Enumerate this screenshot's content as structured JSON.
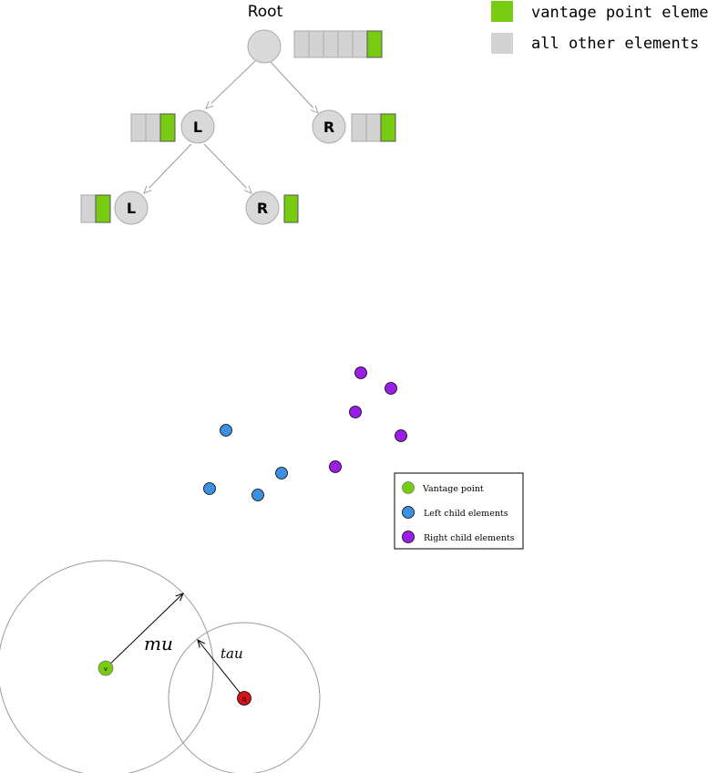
{
  "tree": {
    "root_label": "Root",
    "left_label": "L",
    "right_label": "R",
    "left_left_label": "L",
    "left_right_label": "R"
  },
  "tree_legend": {
    "vantage": "vantage point element",
    "others": "all other elements"
  },
  "points_legend": {
    "vantage": "Vantage point",
    "left": "Left child elements",
    "right": "Right child elements"
  },
  "circles": {
    "mu_label": "mu",
    "tau_label": "tau",
    "vantage_marker": "v",
    "query_marker": "q"
  },
  "colors": {
    "vantage": "#77cc11",
    "other": "#d3d3d3",
    "left_child": "#3d8fe0",
    "right_child": "#9b1ee6",
    "query": "#d4141a"
  }
}
